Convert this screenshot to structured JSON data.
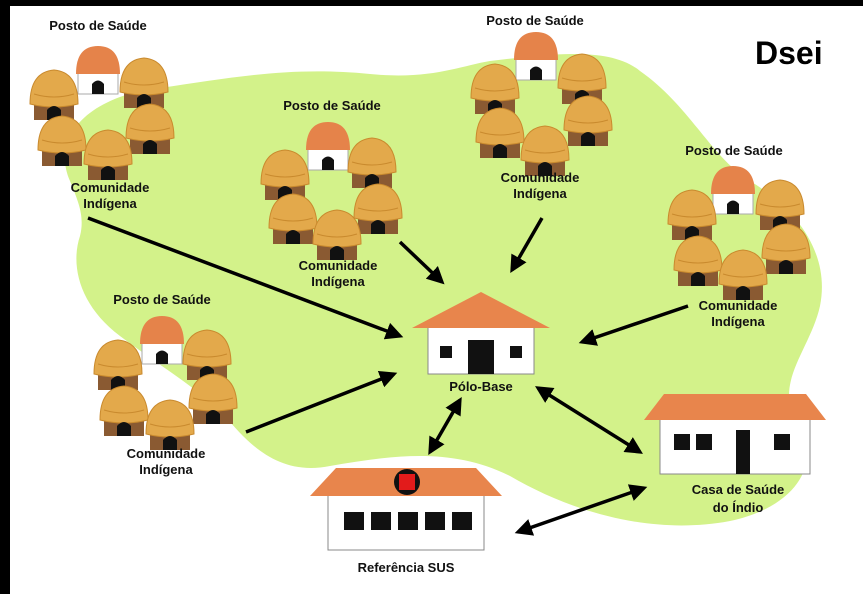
{
  "title": "Dsei",
  "colors": {
    "region": "#d3f28a",
    "hut_thatch": "#e3a94b",
    "hut_base": "#8a5a32",
    "post_roof": "#e5834a",
    "building_roof": "#e8854c",
    "arrow": "#000000",
    "red_cross": "#e21b1b"
  },
  "communities": [
    {
      "posto_label": "Posto de Saúde",
      "community_label_1": "Comunidade",
      "community_label_2": "Indígena"
    },
    {
      "posto_label": "Posto de Saúde",
      "community_label_1": "Comunidade",
      "community_label_2": "Indígena"
    },
    {
      "posto_label": "Posto de Saúde",
      "community_label_1": "Comunidade",
      "community_label_2": "Indígena"
    },
    {
      "posto_label": "Posto de Saúde",
      "community_label_1": "Comunidade",
      "community_label_2": "Indígena"
    },
    {
      "posto_label": "Posto de Saúde",
      "community_label_1": "Comunidade",
      "community_label_2": "Indígena"
    }
  ],
  "polo_base": {
    "label": "Pólo-Base"
  },
  "casa_saude": {
    "label_1": "Casa de Saúde",
    "label_2": "do Índio"
  },
  "referencia": {
    "label": "Referência SUS"
  }
}
